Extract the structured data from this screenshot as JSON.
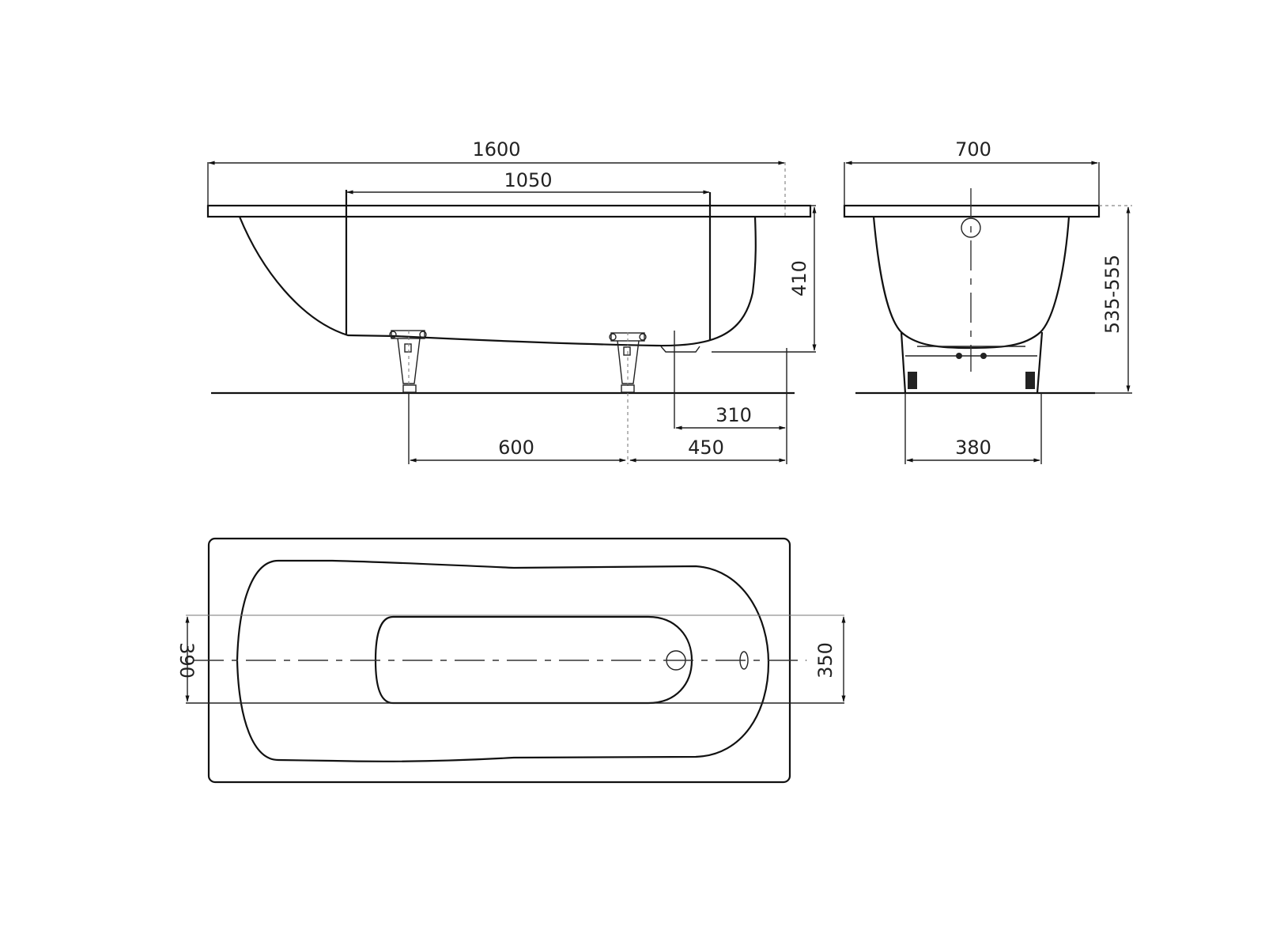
{
  "drawing": {
    "subject": "Bathtub technical drawing",
    "units": "mm",
    "views": {
      "side": {
        "label": "side-elevation",
        "dimensions": {
          "overall_length": "1600",
          "inner_length": "1050",
          "rim_to_bottom_height": "410",
          "drain_offset": "310",
          "foot_to_end": "450",
          "foot_spacing": "600"
        }
      },
      "end": {
        "label": "end-elevation",
        "dimensions": {
          "overall_width": "700",
          "total_height": "535-555",
          "foot_spacing_width": "380"
        }
      },
      "top": {
        "label": "plan-view",
        "dimensions": {
          "foot_width_left": "390",
          "foot_width_right": "350"
        }
      }
    },
    "colors": {
      "line": "#111111",
      "background": "#ffffff"
    }
  }
}
